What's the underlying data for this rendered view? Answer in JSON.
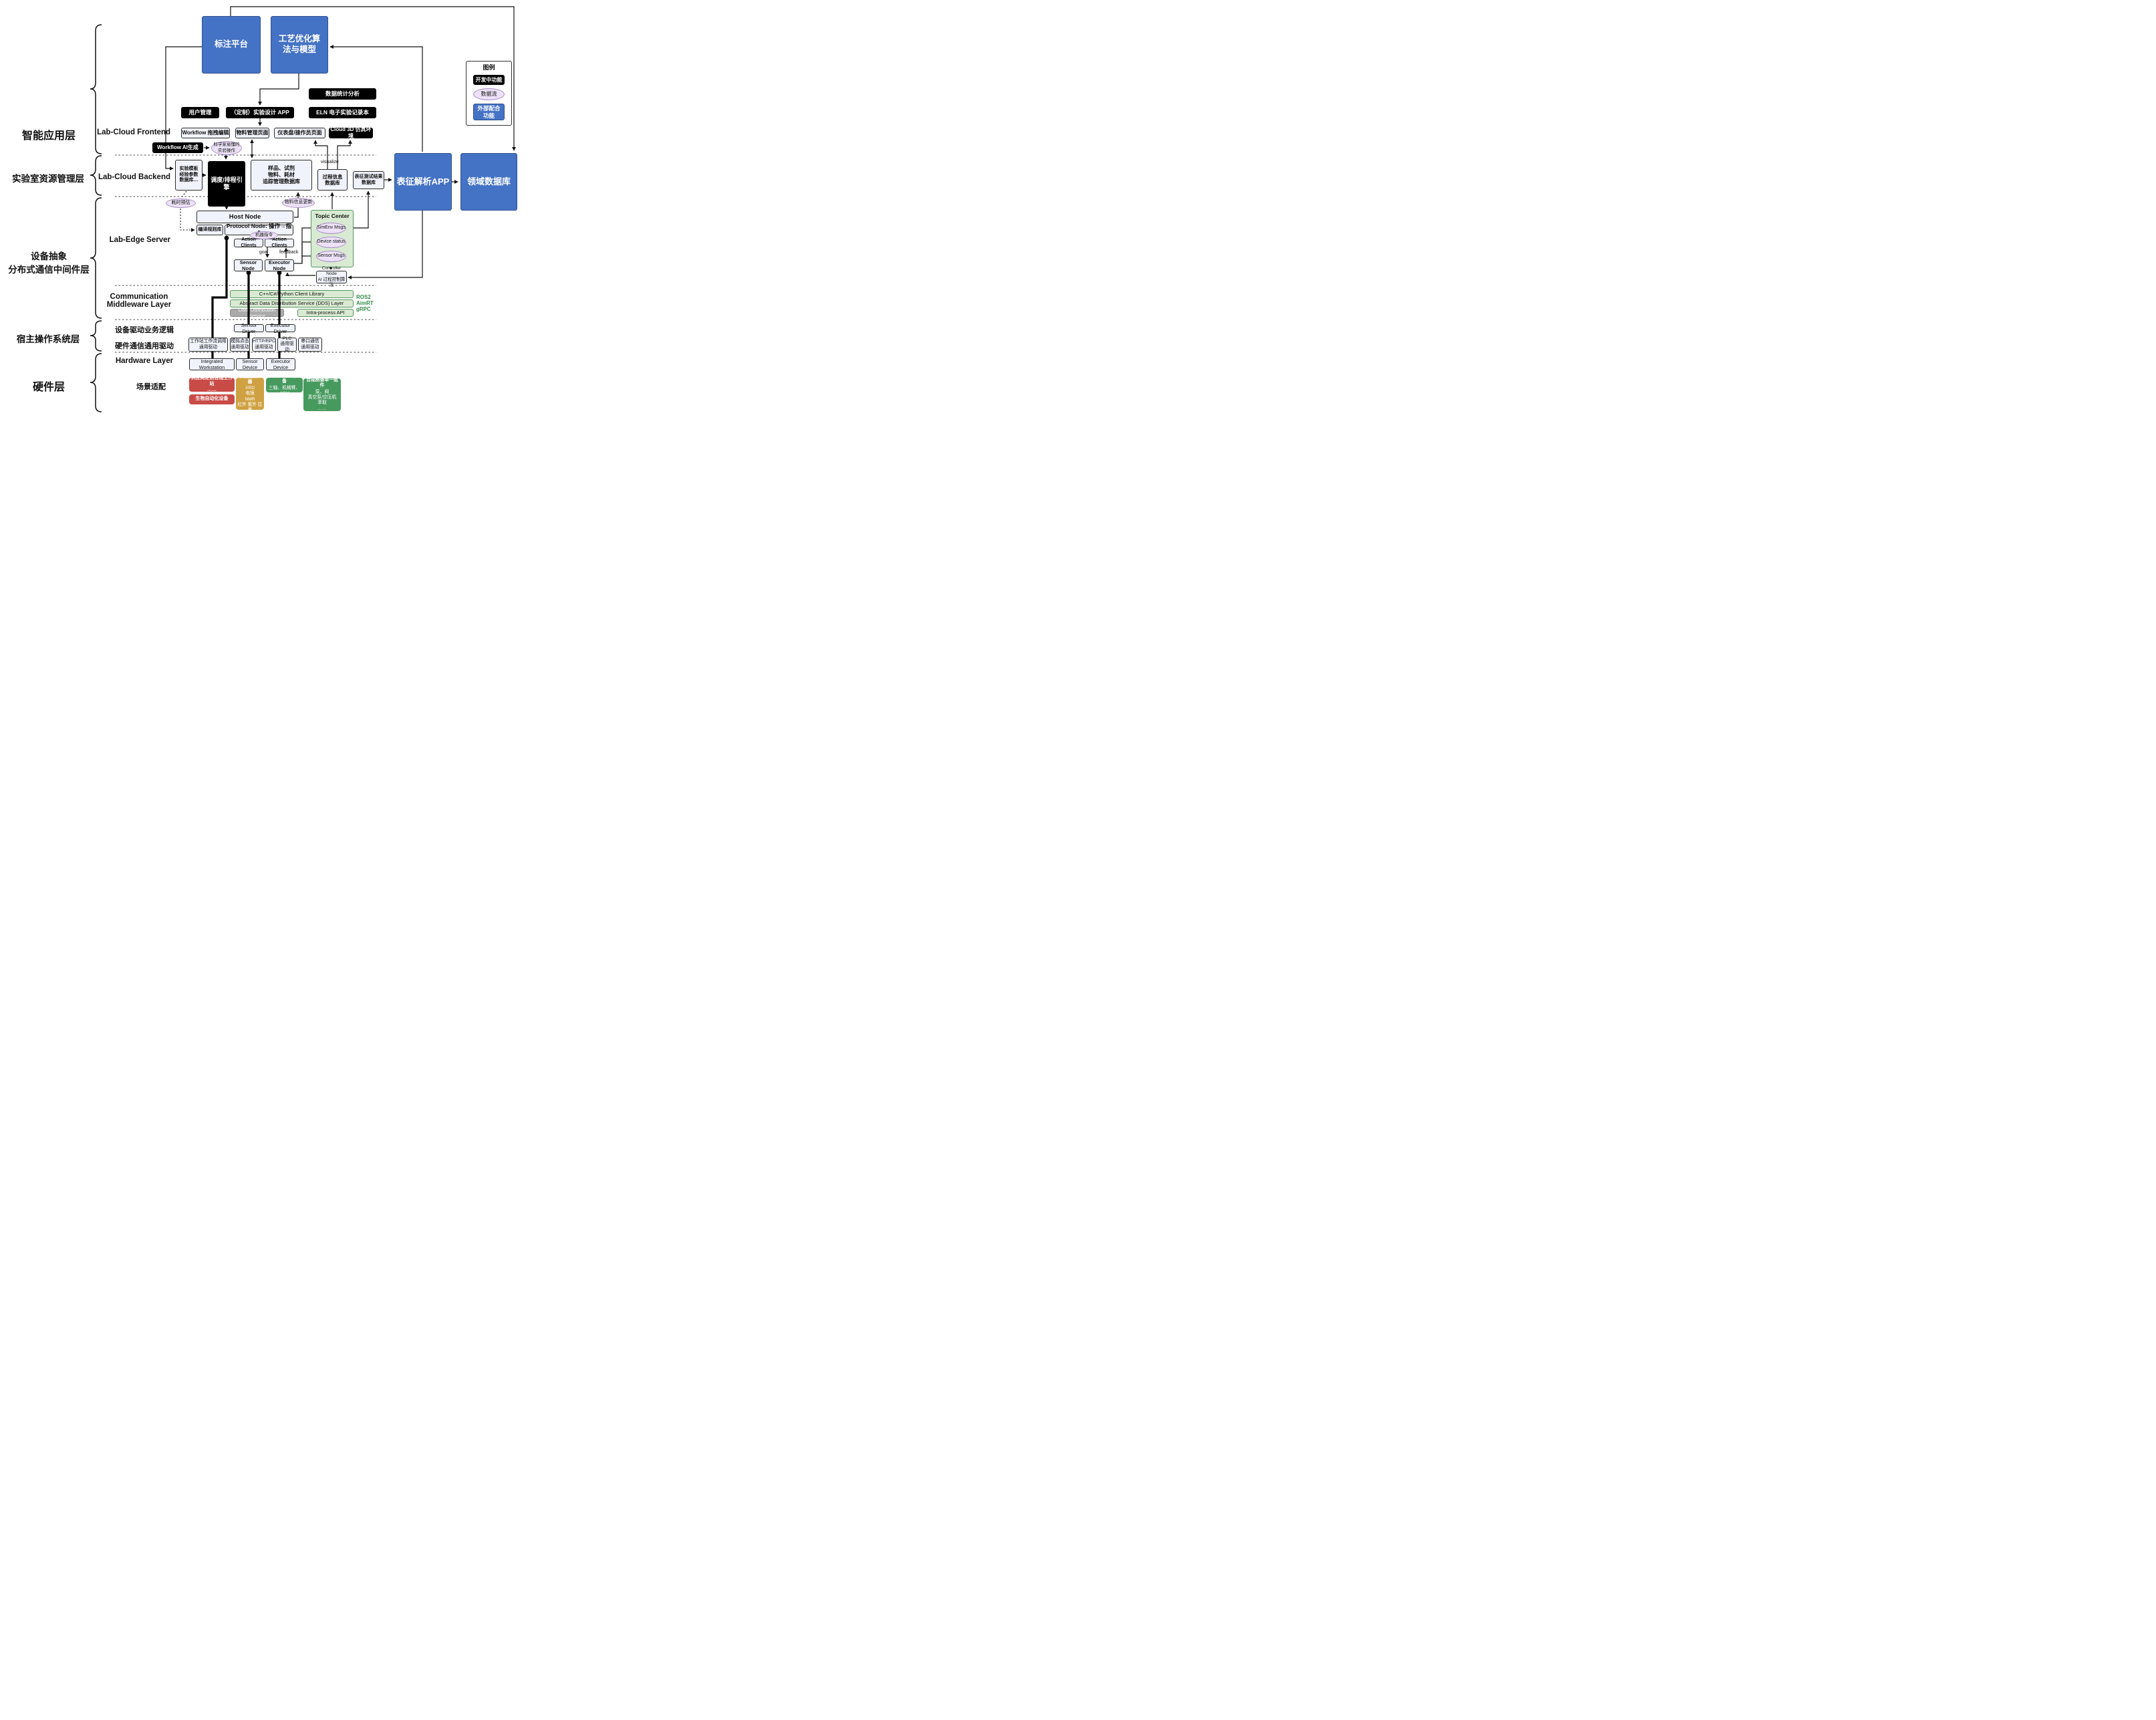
{
  "layers": {
    "app": "智能应用层",
    "resource": "实验室资源管理层",
    "middleware": "设备抽象\n分布式通信中间件层",
    "host_os": "宿主操作系统层",
    "hardware": "硬件层"
  },
  "sections": {
    "frontend": "Lab-Cloud Frontend",
    "backend": "Lab-Cloud Backend",
    "edge": "Lab-Edge Server",
    "comm": "Communication\nMiddleware Layer",
    "driver_logic": "设备驱动业务逻辑",
    "hw_driver": "硬件通信通用驱动",
    "hw_layer": "Hardware Layer",
    "scene": "场景适配"
  },
  "nodes": {
    "annotation_platform": {
      "label": "标注平台"
    },
    "process_opt": {
      "label": "工艺优化算法与模型"
    },
    "data_stats": {
      "label": "数据统计分析"
    },
    "user_mgmt": {
      "label": "用户管理"
    },
    "custom_app": {
      "label": "（定制）实验设计 APP"
    },
    "eln": {
      "label": "ELN 电子实验记录本"
    },
    "workflow_edit": {
      "label": "Workflow 拖拽编辑"
    },
    "material_page": {
      "label": "物料管理页面"
    },
    "dashboard_page": {
      "label": "仪表盘/操作员页面"
    },
    "cloud3d": {
      "label": "Cloud 3D 仿真环境"
    },
    "workflow_ai": {
      "label": "Workflow AI生成"
    },
    "sci_ops": {
      "label": "科学家易懂的\n实验操作"
    },
    "exp_template_db": {
      "label": "实验模板\n经验参数\n数据库…"
    },
    "scheduler": {
      "label": "调度/排程引擎"
    },
    "sample_db": {
      "label": "样品、试剂\n物料、耗材\n追踪管理数据库"
    },
    "process_info_db": {
      "label": "过程信息\n数据库"
    },
    "char_result_db": {
      "label": "表征测试结果\n数据库"
    },
    "char_app": {
      "label": "表征解析APP"
    },
    "domain_db": {
      "label": "领域数据库"
    },
    "time_estimate": {
      "label": "耗时预估"
    },
    "material_update": {
      "label": "物料信息更新"
    },
    "host_node": {
      "label": "Host Node"
    },
    "compile_rules": {
      "label": "编译规则库"
    },
    "protocol_node": {
      "label": "Protocol Node: 操作→指令"
    },
    "machine_cmd": {
      "label": "机器指令"
    },
    "action_clients_1": {
      "label": "Action Clients"
    },
    "action_clients_2": {
      "label": "Action Clients"
    },
    "topic_center": {
      "label": "Topic Center"
    },
    "simenv_msgs": {
      "label": "SimEnv Msgs"
    },
    "device_status": {
      "label": "Device status"
    },
    "sensor_msgs": {
      "label": "Sensor Msgs"
    },
    "sensor_node": {
      "label": "Sensor Node"
    },
    "executor_node": {
      "label": "Executor Node"
    },
    "controller_node": {
      "label": "Controller Node\nAI 过程控制算法"
    },
    "client_lib": {
      "label": "C++/C#/Python Client Library"
    },
    "dds_layer": {
      "label": "Abstract Data Distribution Service (DDS) Layer"
    },
    "dds_service": {
      "label": "Data Distribution Service"
    },
    "intra_api": {
      "label": "Intra-process API"
    },
    "sensor_driver": {
      "label": "Sensor Driver"
    },
    "executor_driver": {
      "label": "Executor Driver"
    },
    "drv_workstation": {
      "label": "工作站工作流调用\n通用驱动"
    },
    "drv_click": {
      "label": "模拟点击\n通用驱动"
    },
    "drv_http": {
      "label": "HTTP/RPC\n通用驱动"
    },
    "drv_plc": {
      "label": "PLC\n通用驱动"
    },
    "drv_serial": {
      "label": "串口通信\n通用驱动"
    },
    "integrated_ws": {
      "label": "Integrated Workstation"
    },
    "sensor_device": {
      "label": "Sensor Device"
    },
    "executor_device": {
      "label": "Executor Device"
    },
    "vendor_ws": {
      "label": "供应商定制合成工作站\n……"
    },
    "bio_auto": {
      "label": "生物自动化设备"
    },
    "char_instruments": {
      "label": "表征测试仪器",
      "sub": "XRD\n电镜\nNMR\n红外 紫外 拉曼"
    },
    "auto_sampler": {
      "label": "自动进样/转运设备",
      "sub": "三轴、机械臂、AGV"
    },
    "synth_comp": {
      "label": "合成制备单一组件",
      "sub": "泵、阀\n真空泵/空压机\n萃取\n……"
    }
  },
  "edge_labels": {
    "visualize": "visualize",
    "goal": "goal",
    "feedback": "feedback"
  },
  "protocols": "ROS2\nAimRT\ngRPC",
  "legend": {
    "title": "图例",
    "dev": "开发中功能",
    "flow": "数据流",
    "external": "外部配合\n功能"
  },
  "colors": {
    "blue": "#4472c4",
    "black": "#000000",
    "data_flow_purple": "#ece1f6",
    "topic_green": "#d9ead3",
    "vendor_red": "#c94b47",
    "instrument_gold": "#cfa142",
    "hardware_green": "#479a5e",
    "protocol_text": "#2e8b44"
  }
}
